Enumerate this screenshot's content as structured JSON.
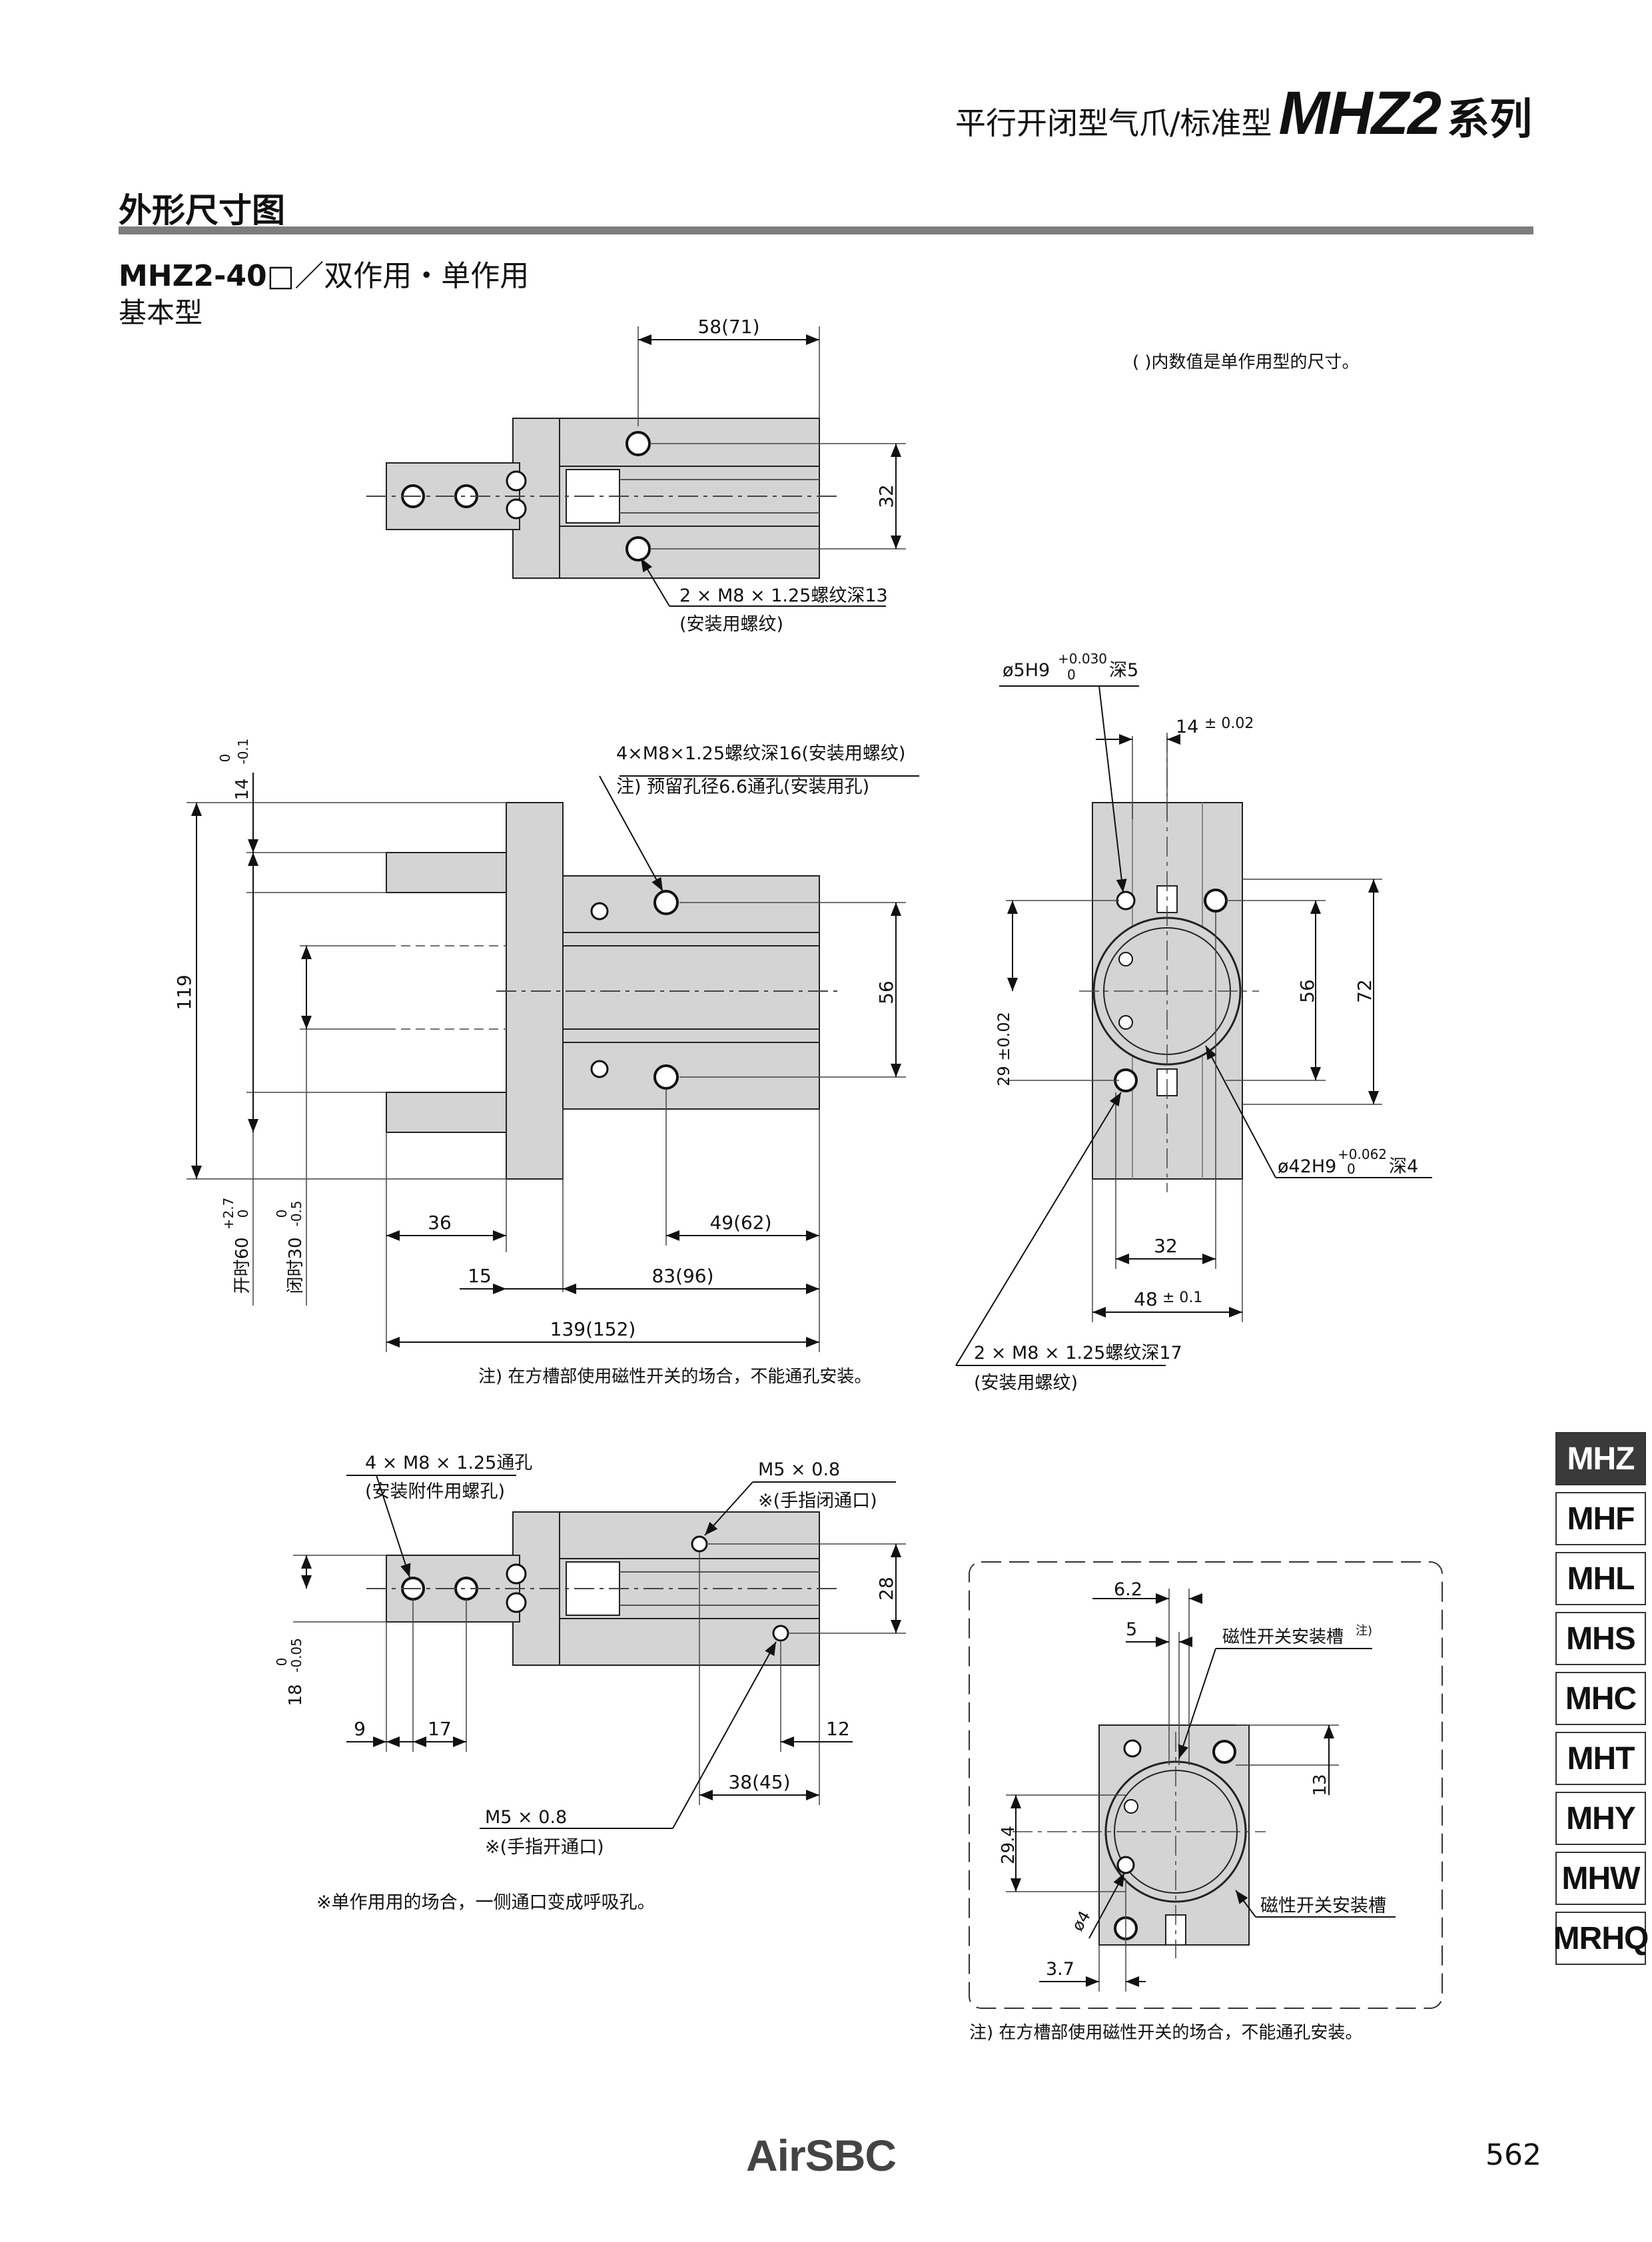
{
  "header": {
    "title_cn": "平行开闭型气爪/标准型",
    "series": "MHZ2",
    "suffix": "系列"
  },
  "section": {
    "title": "外形尺寸图",
    "model_code": "MHZ2-40□",
    "model_desc": "／双作用・单作用",
    "type": "基本型"
  },
  "note_paren": "(    )内数值是单作用型的尺寸。",
  "top_view": {
    "dim_width": "58(71)",
    "dim_height": "32",
    "callout_1": "2 × M8 × 1.25螺纹深13",
    "callout_2": "(安装用螺纹)"
  },
  "side_view": {
    "callout_1": "4×M8×1.25螺纹深16(安装用螺纹)",
    "callout_2": "注) 预留孔径6.6通孔(安装用孔)",
    "dim_14": "14",
    "dim_14_tol_top": "0",
    "dim_14_tol_bot": "-0.1",
    "dim_119": "119",
    "dim_56": "56",
    "dim_open_label": "开时60",
    "dim_open_tol_top": "+2.7",
    "dim_open_tol_bot": "0",
    "dim_closed_label": "闭时30",
    "dim_closed_tol_top": "0",
    "dim_closed_tol_bot": "-0.5",
    "dim_36": "36",
    "dim_49": "49(62)",
    "dim_15": "15",
    "dim_83": "83(96)",
    "dim_139": "139(152)",
    "note": "注) 在方槽部使用磁性开关的场合，不能通孔安装。"
  },
  "end_view": {
    "callout_pin": "ø5H9",
    "pin_tol_top": "+0.030",
    "pin_tol_bot": "0",
    "pin_depth": "深5",
    "dim_14": "14",
    "dim_14_tol": "± 0.02",
    "dim_29": "29 ±0.02",
    "dim_56": "56",
    "dim_72": "72",
    "bore": "ø42H9",
    "bore_tol_top": "+0.062",
    "bore_tol_bot": "0",
    "bore_depth": "深4",
    "dim_32": "32",
    "dim_48": "48",
    "dim_48_tol": "± 0.1",
    "callout_1": "2 × M8 × 1.25螺纹深17",
    "callout_2": "(安装用螺纹)"
  },
  "bottom_view": {
    "callout_1": "4 × M8 × 1.25通孔",
    "callout_2": "(安装附件用螺孔)",
    "port_closed_1": "M5 × 0.8",
    "port_closed_2": "※(手指闭通口)",
    "dim_28": "28",
    "dim_18": "18",
    "dim_18_tol_top": "0",
    "dim_18_tol_bot": "-0.05",
    "dim_9": "9",
    "dim_17": "17",
    "dim_12": "12",
    "dim_38": "38(45)",
    "port_open_1": "M5 × 0.8",
    "port_open_2": "※(手指开通口)",
    "note": "※单作用用的场合，一侧通口变成呼吸孔。"
  },
  "detail_view": {
    "dim_62": "6.2",
    "dim_5": "5",
    "switch_slot_note": "磁性开关安装槽",
    "note_mark": "注)",
    "dim_13": "13",
    "dim_294": "29.4",
    "dim_4": "ø4",
    "dim_37": "3.7",
    "switch_slot": "磁性开关安装槽",
    "note": "注) 在方槽部使用磁性开关的场合，不能通孔安装。"
  },
  "side_tabs": [
    "MHZ",
    "MHF",
    "MHL",
    "MHS",
    "MHC",
    "MHT",
    "MHY",
    "MHW",
    "MRHQ"
  ],
  "footer": {
    "brand": "AirSBC",
    "page_number": "562"
  },
  "colors": {
    "part_fill": "#d4d4d4",
    "rule": "#7d7d7d",
    "active_tab": "#3a3a3a"
  }
}
